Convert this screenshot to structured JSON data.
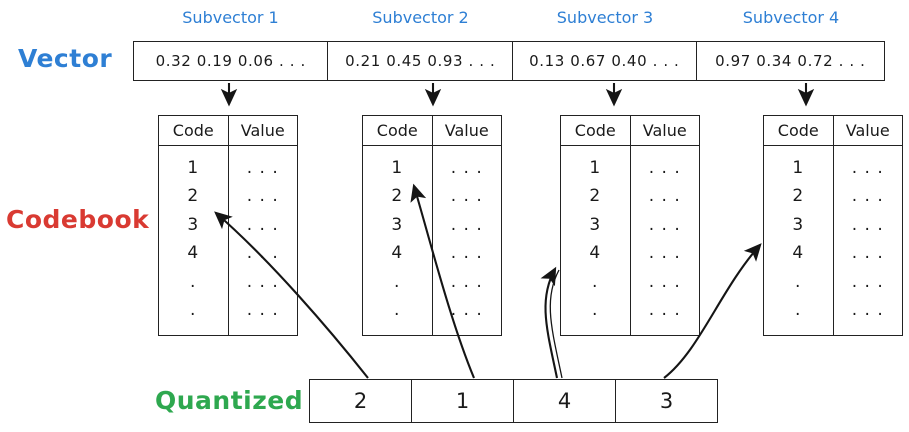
{
  "labels": {
    "vector": "Vector",
    "codebook": "Codebook",
    "quantized": "Quantized"
  },
  "colors": {
    "vector": "#2e7fd4",
    "codebook": "#d93a32",
    "quantized": "#2ea84f",
    "ink": "#1a1a1a",
    "stroke": "#222222",
    "background": "#ffffff"
  },
  "subvector_captions": [
    "Subvector 1",
    "Subvector 2",
    "Subvector 3",
    "Subvector 4"
  ],
  "vector": {
    "cells": [
      "0.32  0.19  0.06 . . .",
      "0.21  0.45  0.93 . . .",
      "0.13  0.67  0.40 . . .",
      "0.97  0.34  0.72 . . ."
    ]
  },
  "codebooks": [
    {
      "headers": [
        "Code",
        "Value"
      ],
      "codes": [
        "1",
        "2",
        "3",
        "4",
        ".",
        "."
      ],
      "values": [
        ". . .",
        ". . .",
        ". . .",
        ". . .",
        ". . .",
        ". . ."
      ],
      "selected_code": "2"
    },
    {
      "headers": [
        "Code",
        "Value"
      ],
      "codes": [
        "1",
        "2",
        "3",
        "4",
        ".",
        "."
      ],
      "values": [
        ". . .",
        ". . .",
        ". . .",
        ". . .",
        ". . .",
        ". . ."
      ],
      "selected_code": "1"
    },
    {
      "headers": [
        "Code",
        "Value"
      ],
      "codes": [
        "1",
        "2",
        "3",
        "4",
        ".",
        "."
      ],
      "values": [
        ". . .",
        ". . .",
        ". . .",
        ". . .",
        ". . .",
        ". . ."
      ],
      "selected_code": "4"
    },
    {
      "headers": [
        "Code",
        "Value"
      ],
      "codes": [
        "1",
        "2",
        "3",
        "4",
        ".",
        "."
      ],
      "values": [
        ". . .",
        ". . .",
        ". . .",
        ". . .",
        ". . .",
        ". . ."
      ],
      "selected_code": "3"
    }
  ],
  "quantized": {
    "cells": [
      "2",
      "1",
      "4",
      "3"
    ]
  }
}
